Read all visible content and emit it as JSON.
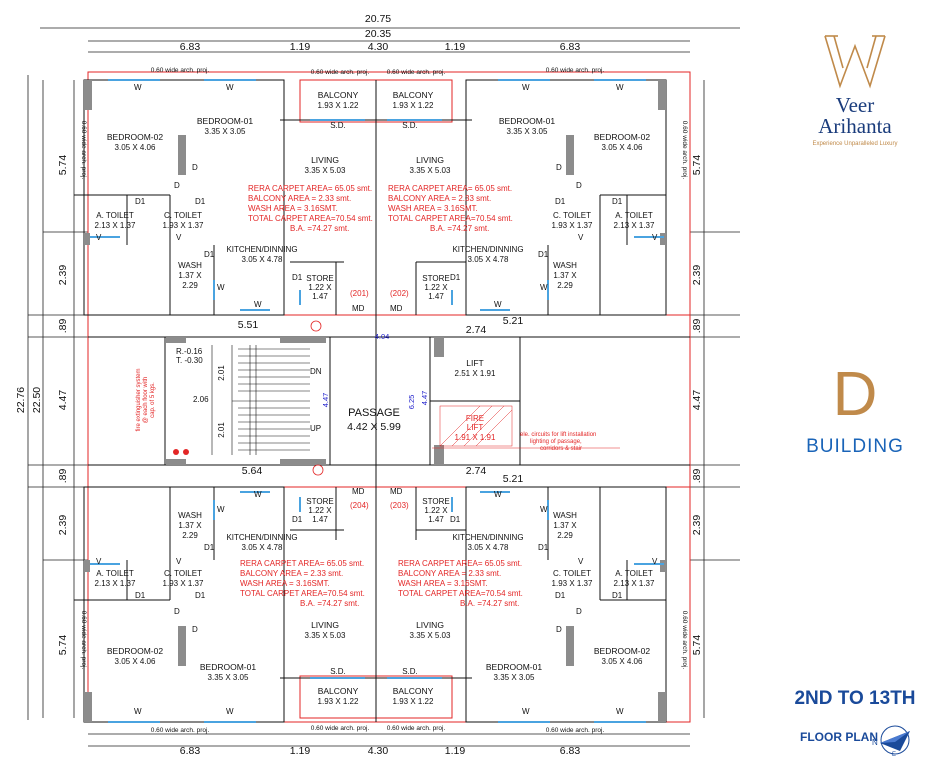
{
  "overall": {
    "width_total": "20.75",
    "width_inner": "20.35",
    "height_total": "22.76",
    "height_inner": "22.50"
  },
  "top_dims": [
    "6.83",
    "1.19",
    "4.30",
    "1.19",
    "6.83"
  ],
  "side_dims": {
    "upper": "5.74",
    "mid_upper": "2.39",
    "gap_a": ".89",
    "core": "4.47",
    "gap_b": ".89",
    "mid_lower": "2.39",
    "lower": "5.74"
  },
  "arch_proj": "0.60 wide  arch. proj.",
  "arch_proj_small": "0.60 wide  arch. proj.",
  "rooms": {
    "balcony": "BALCONY",
    "balcony_size": "1.93 X 1.22",
    "bed1": "BEDROOM-01",
    "bed1_size": "3.35 X 3.05",
    "bed2": "BEDROOM-02",
    "bed2_size": "3.05 X 4.06",
    "living": "LIVING",
    "living_size": "3.35 X 5.03",
    "a_toilet": "A. TOILET",
    "a_toilet_size": "2.13 X 1.37",
    "c_toilet": "C. TOILET",
    "c_toilet_size": "1.93 X 1.37",
    "kitchen": "KITCHEN/DINNING",
    "kitchen_size": "3.05 X 4.78",
    "wash": "WASH",
    "wash_size_a": "1.37 X",
    "wash_size_b": "2.29",
    "store": "STORE",
    "store_size_a": "1.22 X",
    "store_size_b": "1.47"
  },
  "labels": {
    "w": "W",
    "d": "D",
    "d1": "D1",
    "v": "V",
    "sd": "S.D.",
    "md": "MD",
    "dn": "DN",
    "up": "UP"
  },
  "areas": {
    "rera": "RERA CARPET AREA= 65.05 smt.",
    "balcony": "BALCONY  AREA    = 2.33 smt.",
    "wash": "WASH  AREA      = 3.16SMT.",
    "total": "TOTAL CARPET AREA=70.54 smt.",
    "ba": "B.A. =74.27 smt."
  },
  "flats": [
    "(201)",
    "(202)",
    "(204)",
    "(203)"
  ],
  "core": {
    "passage": "PASSAGE",
    "passage_size": "4.42 X 5.99",
    "lift": "LIFT",
    "lift_size": "2.51 X 1.91",
    "fire_lift": "FIRE",
    "fire_lift_b": "LIFT",
    "fire_lift_size": "1.91 X 1.91",
    "rise": "R.-0.16",
    "tread": "T. -0.30",
    "stair_w": "2.01",
    "stair_w2": "2.01",
    "stair_gap": "2.06",
    "dim_551": "5.51",
    "dim_564": "5.64",
    "dim_274a": "2.74",
    "dim_274b": "2.74",
    "dim_521a": "5.21",
    "dim_521b": "5.21",
    "dim_404": "4.04",
    "dim_625": "6.25",
    "dim_447a": "4.47",
    "dim_447b": "4.47",
    "fire_note_1": "fire extinguisher system",
    "fire_note_2": "@ each floor with",
    "fire_note_3": "cap. of 5 kgs.",
    "ele_note_1": "ele. circuits for lift installation",
    "ele_note_2": "lighting of passage,",
    "ele_note_3": "corridors & stair"
  },
  "brand": {
    "name_1": "Veer",
    "name_2": "Arihanta",
    "tagline": "Experience Unparalleled Luxury"
  },
  "building": {
    "letter": "D",
    "label": "BUILDING"
  },
  "floor": {
    "title": "2ND TO 13TH",
    "subtitle": "FLOOR PLAN"
  },
  "compass": {
    "n": "N",
    "e": "E"
  },
  "colors": {
    "wall": "#888888",
    "red_line": "#e32626",
    "blue_window": "#4aa3e0",
    "navy": "#1a4a9a",
    "gold": "#c08a4a"
  }
}
